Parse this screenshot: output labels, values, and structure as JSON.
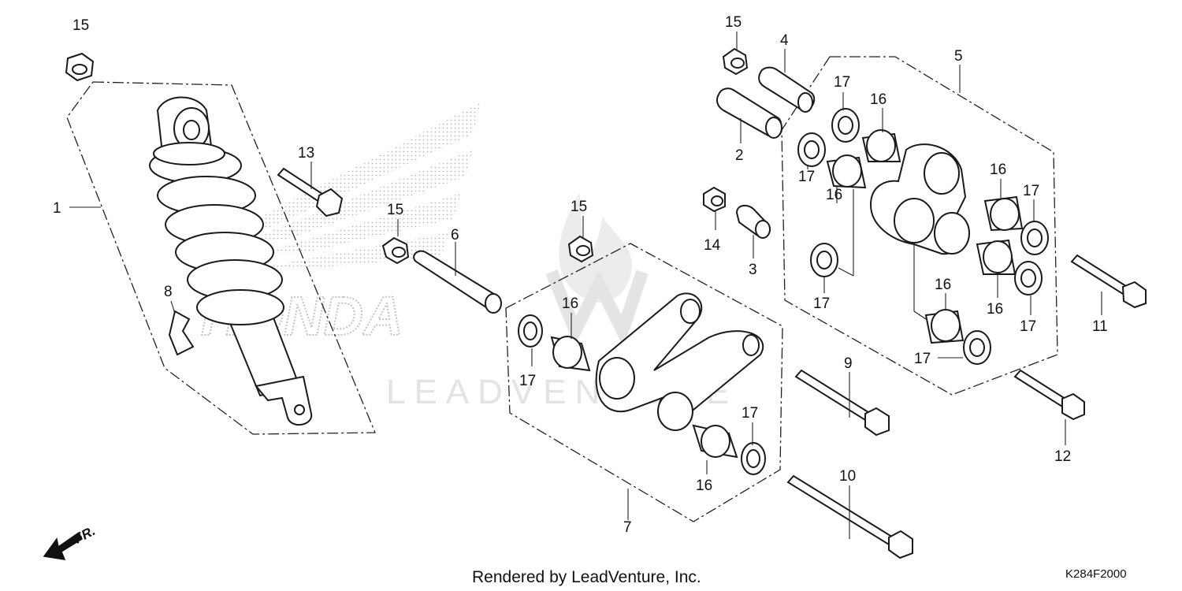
{
  "diagram": {
    "watermark_text": "LEADVENTURE",
    "watermark_logo_text": "HONDA",
    "direction_label": "FR.",
    "footer_text": "Rendered by LeadVenture, Inc.",
    "drawing_code": "K284F2000",
    "callouts": [
      {
        "id": "c15a",
        "label": "15"
      },
      {
        "id": "c1",
        "label": "1"
      },
      {
        "id": "c8",
        "label": "8"
      },
      {
        "id": "c13",
        "label": "13"
      },
      {
        "id": "c15b",
        "label": "15"
      },
      {
        "id": "c6",
        "label": "6"
      },
      {
        "id": "c15c",
        "label": "15"
      },
      {
        "id": "c16a",
        "label": "16"
      },
      {
        "id": "c17a",
        "label": "17"
      },
      {
        "id": "c7",
        "label": "7"
      },
      {
        "id": "c15d",
        "label": "15"
      },
      {
        "id": "c4",
        "label": "4"
      },
      {
        "id": "c2",
        "label": "2"
      },
      {
        "id": "c17b",
        "label": "17"
      },
      {
        "id": "c17c",
        "label": "17"
      },
      {
        "id": "c16b",
        "label": "16"
      },
      {
        "id": "c16c",
        "label": "16"
      },
      {
        "id": "c14",
        "label": "14"
      },
      {
        "id": "c3",
        "label": "3"
      },
      {
        "id": "c17d",
        "label": "17"
      },
      {
        "id": "c5",
        "label": "5"
      },
      {
        "id": "c16d",
        "label": "16"
      },
      {
        "id": "c17e",
        "label": "17"
      },
      {
        "id": "c16e",
        "label": "16"
      },
      {
        "id": "c16f",
        "label": "16"
      },
      {
        "id": "c17f",
        "label": "17"
      },
      {
        "id": "c11",
        "label": "11"
      },
      {
        "id": "c17g",
        "label": "17"
      },
      {
        "id": "c9",
        "label": "9"
      },
      {
        "id": "c17h",
        "label": "17"
      },
      {
        "id": "c16g",
        "label": "16"
      },
      {
        "id": "c10",
        "label": "10"
      },
      {
        "id": "c12",
        "label": "12"
      }
    ]
  }
}
